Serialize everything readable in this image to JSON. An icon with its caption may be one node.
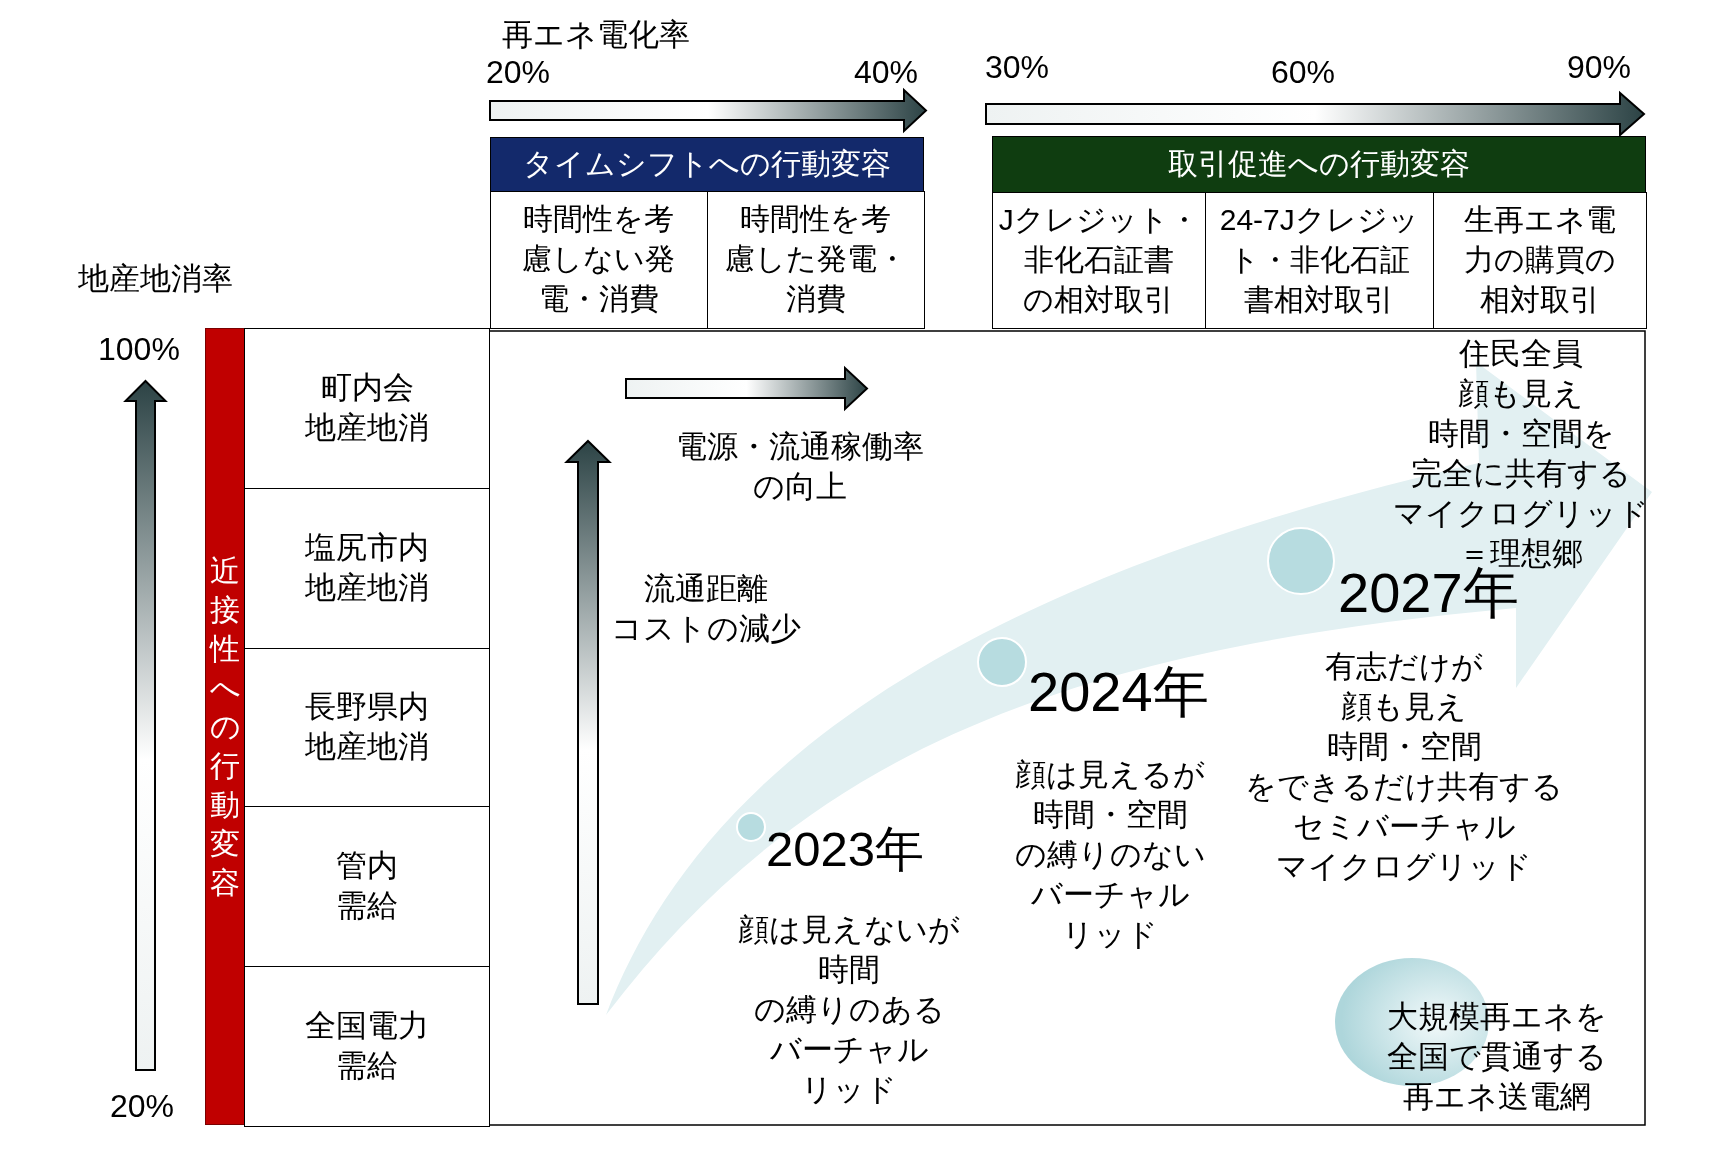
{
  "diagram": {
    "nodes": [
      {
        "text": [
          "タイムシフトへの行動変容"
        ]
      },
      {
        "text": [
          "時間性を考慮しない発電・消費"
        ],
        "in": 0
      },
      {
        "text": [
          "時間性を考慮した発電・消費"
        ],
        "in": 0
      },
      {
        "text": [
          "取引促進への行動変容"
        ]
      },
      {
        "text": [
          "Jクレジット・非化石証書の相対取引"
        ],
        "in": 3
      },
      {
        "text": [
          "24-7Jクレジット・非化石証書相対取引"
        ],
        "in": 3
      },
      {
        "text": [
          "生再エネ電力の購買の相対取引"
        ],
        "in": 3
      },
      {
        "text": [
          "近接性への行動変容"
        ]
      },
      {
        "text": [
          "町内会地産地消"
        ]
      },
      {
        "text": [
          "塩尻市内地産地消"
        ]
      },
      {
        "text": [
          "長野県内地産地消"
        ]
      },
      {
        "text": [
          "管内需給"
        ]
      },
      {
        "text": [
          "全国電力需給"
        ]
      },
      {
        "text": [],
        "shape": "circle",
        "beside": [
          "2023年",
          "顔は見えないが時間の縛りのあるバーチャルリッド"
        ]
      },
      {
        "text": [],
        "shape": "circle",
        "beside": [
          "2024年",
          "顔は見えるが時間・空間の縛りのないバーチャルリッド"
        ]
      },
      {
        "text": [],
        "shape": "circle",
        "beside": [
          "2027年",
          "有志だけが顔も見え時間・空間をできるだけ共有するセミバーチャルマイクログリッド"
        ]
      },
      {
        "text": [
          "大規模再エネを全国で貫通する再エネ送電網"
        ]
      }
    ],
    "labels": [
      "再エネ電化率",
      "20%",
      "40%",
      "30%",
      "60%",
      "90%",
      "地産地消率",
      "100%",
      "20%",
      "電源・流通稼働率の向上",
      "流通距離コストの減少",
      "住民全員顔も見え時間・空間を完全に共有するマイクログリッド＝理想郷"
    ]
  }
}
